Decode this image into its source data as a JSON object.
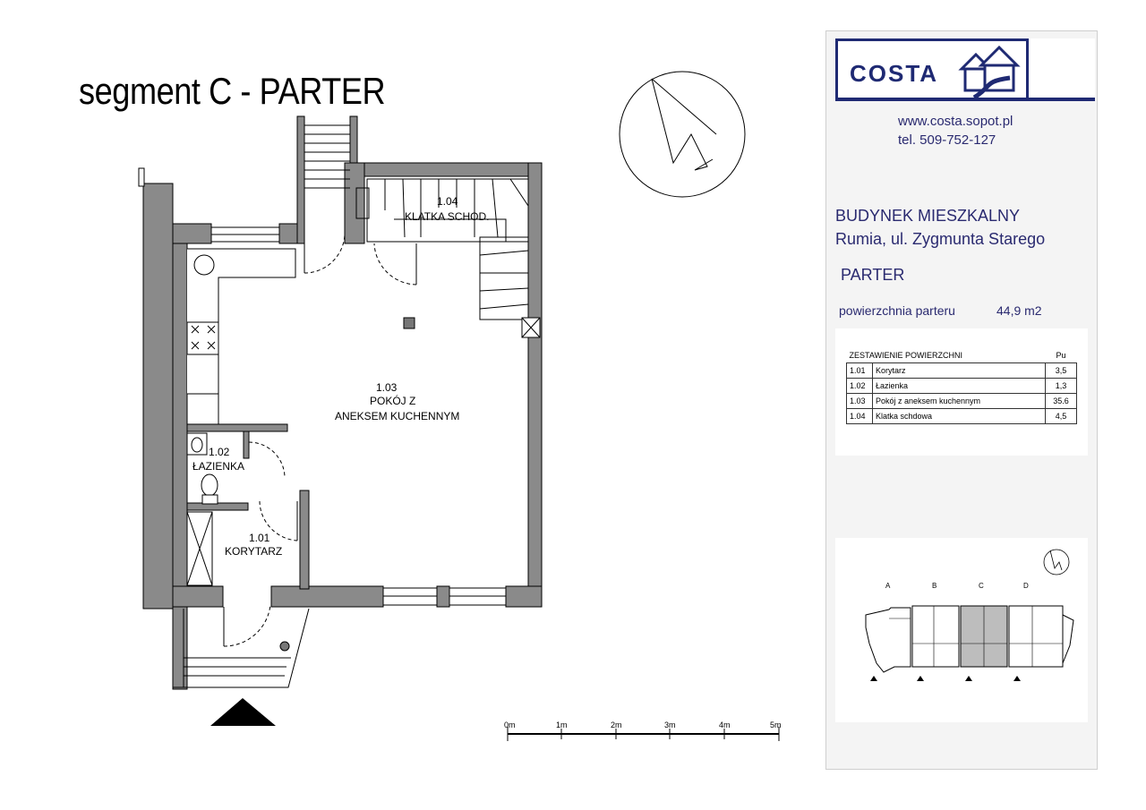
{
  "title": "segment C  - PARTER",
  "rooms": {
    "r104": {
      "num": "1.04",
      "name": "KLATKA SCHOD."
    },
    "r103": {
      "num": "1.03",
      "name1": "POKÓJ Z",
      "name2": "ANEKSEM KUCHENNYM"
    },
    "r102": {
      "num": "1.02",
      "name": "ŁAZIENKA"
    },
    "r101": {
      "num": "1.01",
      "name": "KORYTARZ"
    }
  },
  "scale_bar": {
    "labels": [
      "0m",
      "1m",
      "2m",
      "3m",
      "4m",
      "5m"
    ]
  },
  "panel": {
    "logo_text": "COSTA",
    "website": "www.costa.sopot.pl",
    "phone": "tel. 509-752-127",
    "building_type": "BUDYNEK MIESZKALNY",
    "address": "Rumia, ul. Zygmunta Starego",
    "floor": "PARTER",
    "area_label": "powierzchnia  parteru",
    "area_value": "44,9 m2",
    "summary": {
      "title": "ZESTAWIENIE POWIERZCHNI",
      "unit_header": "Pu",
      "rows": [
        {
          "no": "1.01",
          "name": "Korytarz",
          "area": "3,5"
        },
        {
          "no": "1.02",
          "name": "Łazienka",
          "area": "1,3"
        },
        {
          "no": "1.03",
          "name": "Pokój  z aneksem kuchennym",
          "area": "35.6"
        },
        {
          "no": "1.04",
          "name": "Klatka schdowa",
          "area": "4,5"
        }
      ]
    },
    "key_plan": {
      "segments": [
        "A",
        "B",
        "C",
        "D"
      ]
    }
  },
  "colors": {
    "logo_blue": "#1f2a73",
    "wall_gray": "#8a8a8a",
    "highlight": "#bdbdbd"
  }
}
